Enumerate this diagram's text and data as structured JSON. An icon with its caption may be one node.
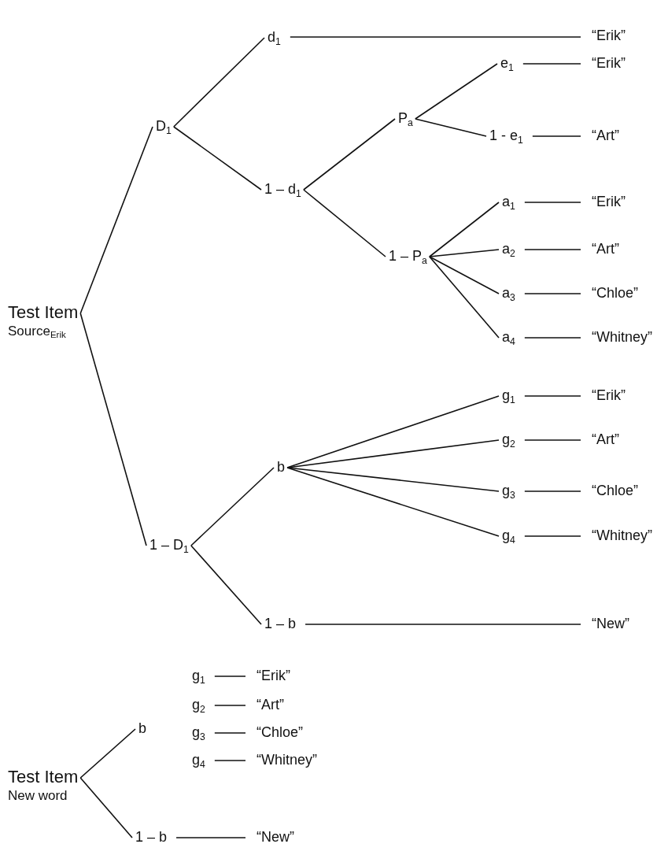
{
  "diagram": {
    "nodes": [
      {
        "text": [
          "Test Item",
          "Source$_{Erik}$"
        ]
      },
      {
        "text": [
          "D$_{1}$"
        ]
      },
      {
        "text": [
          "d$_{1}$"
        ]
      },
      {
        "text": [
          "“Erik”"
        ]
      },
      {
        "text": [
          "1 – d$_{1}$"
        ]
      },
      {
        "text": [
          "P$_{a}$"
        ]
      },
      {
        "text": [
          "e$_{1}$"
        ]
      },
      {
        "text": [
          "“Erik”"
        ]
      },
      {
        "text": [
          "1 - e$_{1}$"
        ]
      },
      {
        "text": [
          "“Art”"
        ]
      },
      {
        "text": [
          "1 – P$_{a}$"
        ]
      },
      {
        "text": [
          "a$_{1}$"
        ]
      },
      {
        "text": [
          "“Erik”"
        ]
      },
      {
        "text": [
          "a$_{2}$"
        ]
      },
      {
        "text": [
          "“Art”"
        ]
      },
      {
        "text": [
          "a$_{3}$"
        ]
      },
      {
        "text": [
          "“Chloe”"
        ]
      },
      {
        "text": [
          "a$_{4}$"
        ]
      },
      {
        "text": [
          "“Whitney”"
        ]
      },
      {
        "text": [
          "1 – D$_{1}$"
        ]
      },
      {
        "text": [
          "b"
        ]
      },
      {
        "text": [
          "g$_{1}$"
        ]
      },
      {
        "text": [
          "“Erik”"
        ]
      },
      {
        "text": [
          "g$_{2}$"
        ]
      },
      {
        "text": [
          "“Art”"
        ]
      },
      {
        "text": [
          "g$_{3}$"
        ]
      },
      {
        "text": [
          "“Chloe”"
        ]
      },
      {
        "text": [
          "g$_{4}$"
        ]
      },
      {
        "text": [
          "“Whitney”"
        ]
      },
      {
        "text": [
          "1 – b"
        ]
      },
      {
        "text": [
          "“New”"
        ]
      },
      {
        "text": [
          "Test Item",
          "New word"
        ]
      },
      {
        "text": [
          "b"
        ]
      },
      {
        "text": [
          "g$_{1}$"
        ]
      },
      {
        "text": [
          "“Erik”"
        ]
      },
      {
        "text": [
          "g$_{2}$"
        ]
      },
      {
        "text": [
          "“Art”"
        ]
      },
      {
        "text": [
          "g$_{3}$"
        ]
      },
      {
        "text": [
          "“Chloe”"
        ]
      },
      {
        "text": [
          "g$_{4}$"
        ]
      },
      {
        "text": [
          "“Whitney”"
        ]
      },
      {
        "text": [
          "1 – b"
        ]
      },
      {
        "text": [
          "“New”"
        ]
      }
    ],
    "edges": [
      {
        "from": 0,
        "to": 1,
        "arrow": "none"
      },
      {
        "from": 0,
        "to": 19,
        "arrow": "none"
      },
      {
        "from": 1,
        "to": 2,
        "arrow": "none"
      },
      {
        "from": 1,
        "to": 4,
        "arrow": "none"
      },
      {
        "from": 2,
        "to": 3,
        "arrow": "none"
      },
      {
        "from": 4,
        "to": 5,
        "arrow": "none"
      },
      {
        "from": 4,
        "to": 10,
        "arrow": "none"
      },
      {
        "from": 5,
        "to": 6,
        "arrow": "none"
      },
      {
        "from": 5,
        "to": 8,
        "arrow": "none"
      },
      {
        "from": 6,
        "to": 7,
        "arrow": "none"
      },
      {
        "from": 8,
        "to": 9,
        "arrow": "none"
      },
      {
        "from": 10,
        "to": 11,
        "arrow": "none"
      },
      {
        "from": 10,
        "to": 13,
        "arrow": "none"
      },
      {
        "from": 10,
        "to": 15,
        "arrow": "none"
      },
      {
        "from": 10,
        "to": 17,
        "arrow": "none"
      },
      {
        "from": 11,
        "to": 12,
        "arrow": "none"
      },
      {
        "from": 13,
        "to": 14,
        "arrow": "none"
      },
      {
        "from": 15,
        "to": 16,
        "arrow": "none"
      },
      {
        "from": 17,
        "to": 18,
        "arrow": "none"
      },
      {
        "from": 19,
        "to": 20,
        "arrow": "none"
      },
      {
        "from": 19,
        "to": 29,
        "arrow": "none"
      },
      {
        "from": 20,
        "to": 21,
        "arrow": "none"
      },
      {
        "from": 20,
        "to": 23,
        "arrow": "none"
      },
      {
        "from": 20,
        "to": 25,
        "arrow": "none"
      },
      {
        "from": 20,
        "to": 27,
        "arrow": "none"
      },
      {
        "from": 21,
        "to": 22,
        "arrow": "none"
      },
      {
        "from": 23,
        "to": 24,
        "arrow": "none"
      },
      {
        "from": 25,
        "to": 26,
        "arrow": "none"
      },
      {
        "from": 27,
        "to": 28,
        "arrow": "none"
      },
      {
        "from": 29,
        "to": 30,
        "arrow": "none"
      },
      {
        "from": 31,
        "to": 32,
        "arrow": "none"
      },
      {
        "from": 31,
        "to": 41,
        "arrow": "none"
      },
      {
        "from": 33,
        "to": 34,
        "arrow": "none"
      },
      {
        "from": 35,
        "to": 36,
        "arrow": "none"
      },
      {
        "from": 37,
        "to": 38,
        "arrow": "none"
      },
      {
        "from": 39,
        "to": 40,
        "arrow": "none"
      },
      {
        "from": 41,
        "to": 42,
        "arrow": "none"
      }
    ]
  }
}
